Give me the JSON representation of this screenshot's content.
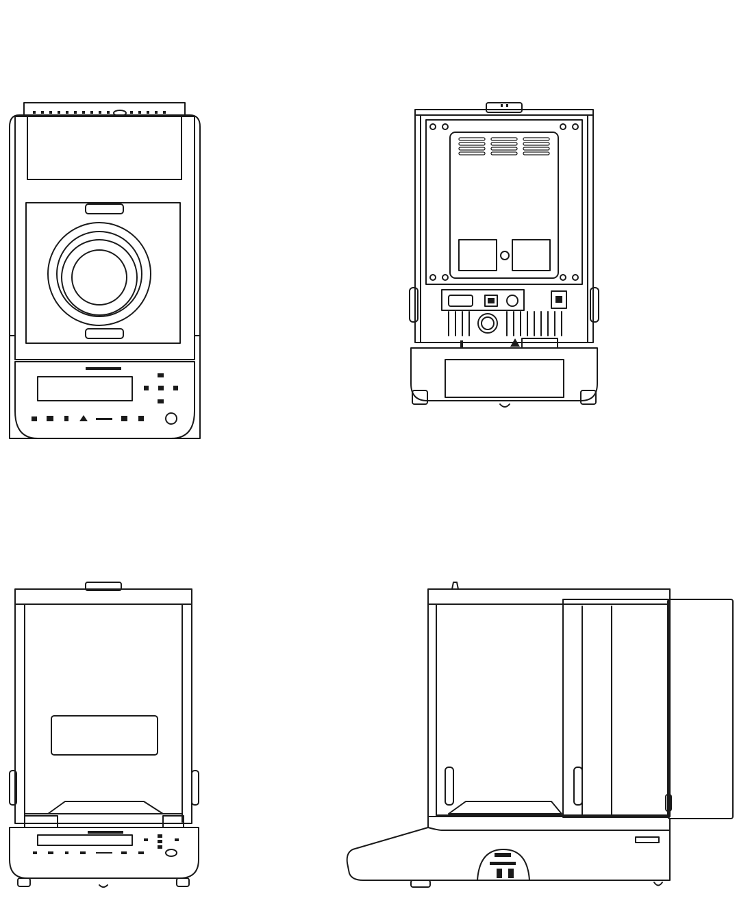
{
  "figure": {
    "kind": "technical line drawing",
    "views": [
      "top",
      "rear",
      "front",
      "side"
    ],
    "stroke_color": "#1a1a1a",
    "background_color": "#ffffff"
  }
}
